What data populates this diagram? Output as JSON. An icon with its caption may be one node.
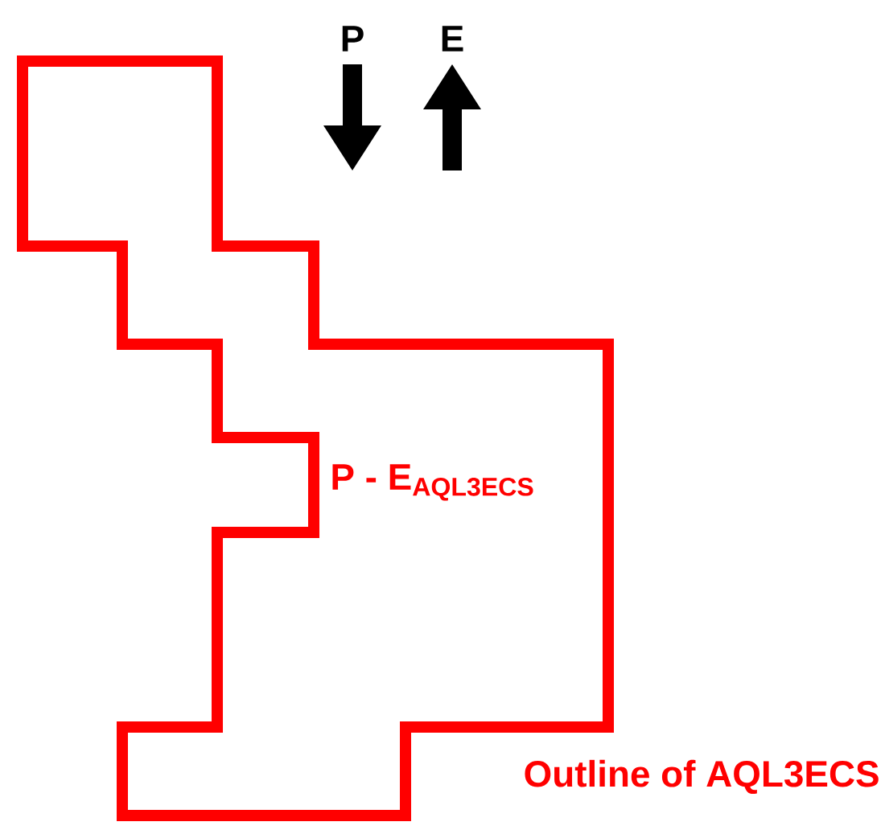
{
  "diagram": {
    "nodes": [
      {
        "text": [
          "P - E$_{AQL3ECS}$"
        ],
        "beside": [
          "Outline of AQL3ECS"
        ]
      }
    ],
    "labels": [
      "P",
      "E"
    ]
  }
}
